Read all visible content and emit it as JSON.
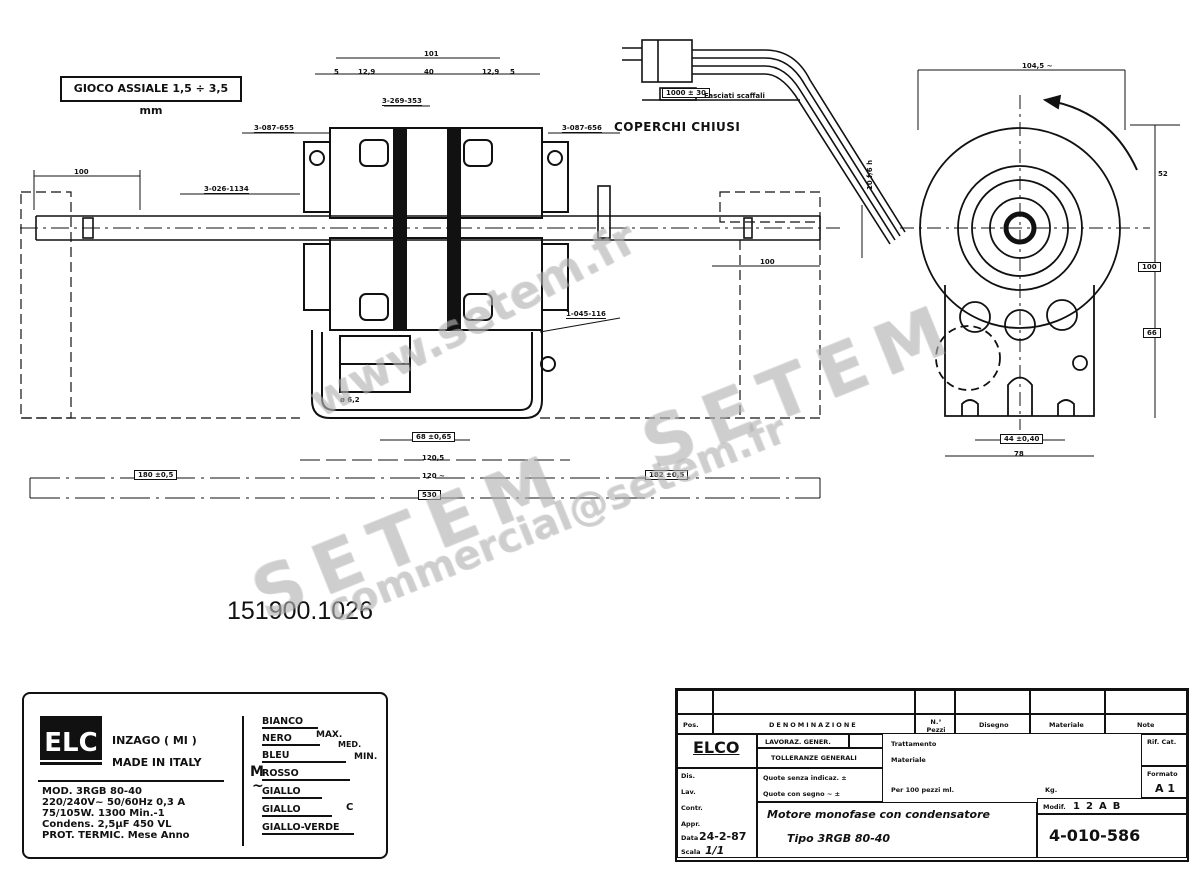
{
  "drawing": {
    "note_axial_play": "GIOCO ASSIALE  1,5 ÷ 3,5 mm",
    "note_covers": "COPERCHI CHIUSI",
    "part_number_caption": "151900.1026",
    "part_refs": {
      "left_bracket": "3-087-655",
      "right_bracket": "3-087-656",
      "stator": "3-269-353",
      "shaft": "3-026-1134",
      "capacitor_clip": "1-045-116"
    },
    "dimensions": {
      "top_overall": "101",
      "top_left_offset": "5",
      "top_left_gap": "12,9",
      "top_center": "40",
      "top_right_gap": "12,9",
      "top_right_offset": "5",
      "shaft_left_length": "100",
      "shaft_right_length": "100",
      "shaft_right_diam": "10 f/6 h",
      "bottom_bracket": "68 ±0,65",
      "inner_width": "120,5",
      "outer_width": "120 ~",
      "left_tolerance": "180 ±0,5",
      "right_tolerance": "182 ±0,5",
      "overall_length": "530",
      "cable_length": "1000 ± 30",
      "cable_note": "Fasciati scaffali",
      "hole_diam": "ø 6,2",
      "end_view_width": "104,5 ~",
      "end_view_height": "52",
      "end_view_center": "100",
      "end_view_base": "66",
      "end_view_mount": "44 ±0,40",
      "end_view_foot": "78"
    },
    "rotation_arrow": "counterclockwise-arrow"
  },
  "nameplate": {
    "brand": "ELCO",
    "location": "INZAGO ( MI )",
    "made_in": "MADE IN ITALY",
    "spec_lines": [
      "MOD. 3RGB 80-40",
      "220/240V~ 50/60Hz 0,3 A",
      "75/105W.   1300 Min.-1",
      "Condens. 2,5µF  450 VL",
      "PROT. TERMIC. Mese  Anno"
    ],
    "motor_symbol": "M",
    "ac_symbol": "~",
    "wires": [
      {
        "color": "BIANCO",
        "tap": ""
      },
      {
        "color": "NERO",
        "tap": "MAX."
      },
      {
        "color": "BLEU",
        "tap": "MIN."
      },
      {
        "color": "ROSSO",
        "tap": ""
      },
      {
        "color": "GIALLO",
        "tap": ""
      },
      {
        "color": "GIALLO",
        "tap": "C"
      },
      {
        "color": "GIALLO-VERDE",
        "tap": ""
      }
    ],
    "med_label": "MED."
  },
  "title_block": {
    "pos_label": "Pos.",
    "denomination_label": "DENOMINAZIONE",
    "pieces_label": "N.° Pezzi",
    "drawing_label": "Disegno",
    "material_label": "Materiale",
    "notes_label": "Note",
    "company": "ELCO",
    "general_work_label": "LAVORAZ. GENER.",
    "general_tolerances_label": "TOLLERANZE GENERALI",
    "treatment_label": "Trattamento",
    "material_field_label": "Materiale",
    "per100_label": "Per 100 pezzi ml.",
    "kg_label": "Kg.",
    "untol_label": "Quote senza indicaz. ±",
    "tilde_label": "Quote con segno ~ ±",
    "dis_label": "Dis.",
    "lav_label": "Lav.",
    "contr_label": "Contr.",
    "appr_label": "Appr.",
    "date_label": "Data",
    "date_value": "24-2-87",
    "scale_label": "Scala",
    "scale_value": "1/1",
    "description_line1": "Motore   monofase   con   condensatore",
    "description_line2": "Tipo   3RGB  80-40",
    "ref_cat_label": "Rif. Cat.",
    "format_label": "Formato",
    "format_value": "A 1",
    "modif_label": "Modif.",
    "revisions": [
      "1",
      "2",
      "A",
      "B",
      "",
      "",
      "",
      "",
      ""
    ],
    "drawing_number": "4-010-586"
  },
  "watermark": {
    "line1": "www.setem.fr",
    "line2": "SETEM",
    "line3": "SETEM",
    "line4": "commercial@setem.fr"
  }
}
